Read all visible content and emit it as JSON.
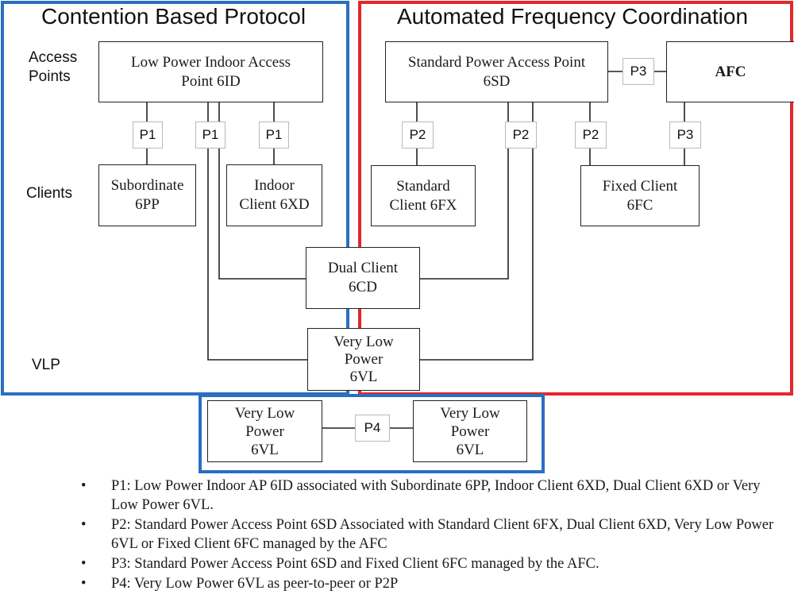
{
  "regions": {
    "contention": {
      "title": "Contention Based Protocol",
      "color": "#2a6fc0"
    },
    "afc_region": {
      "title": "Automated Frequency Coordination",
      "color": "#e4262b"
    },
    "p2p": {
      "color": "#2a6fc0"
    }
  },
  "row_labels": {
    "access_points": [
      "Access",
      "Points"
    ],
    "clients": "Clients",
    "vlp": "VLP"
  },
  "nodes": {
    "lpi_ap": [
      "Low Power Indoor Access",
      "Point 6ID"
    ],
    "sp_ap": [
      "Standard Power Access Point",
      "6SD"
    ],
    "afc": "AFC",
    "subordinate": [
      "Subordinate",
      "6PP"
    ],
    "indoor_client": [
      "Indoor",
      "Client 6XD"
    ],
    "standard_client": [
      "Standard",
      "Client 6FX"
    ],
    "fixed_client": [
      "Fixed Client",
      "6FC"
    ],
    "dual_client": [
      "Dual Client",
      "6CD"
    ],
    "vlp_center": [
      "Very Low",
      "Power",
      "6VL"
    ],
    "vlp_left": [
      "Very Low",
      "Power",
      "6VL"
    ],
    "vlp_right": [
      "Very Low",
      "Power",
      "6VL"
    ]
  },
  "tags": {
    "p1": "P1",
    "p2": "P2",
    "p3": "P3",
    "p4": "P4"
  },
  "notes": [
    "P1: Low Power Indoor AP 6ID associated with Subordinate 6PP, Indoor Client 6XD, Dual Client 6XD or Very Low Power 6VL.",
    "P2: Standard Power Access Point 6SD Associated with Standard Client 6FX, Dual Client 6XD, Very Low Power 6VL or Fixed Client 6FC managed by the AFC",
    "P3: Standard Power Access Point 6SD and Fixed Client 6FC managed by the AFC.",
    "P4: Very Low Power 6VL as peer-to-peer or P2P"
  ],
  "bullet_symbol": "•"
}
